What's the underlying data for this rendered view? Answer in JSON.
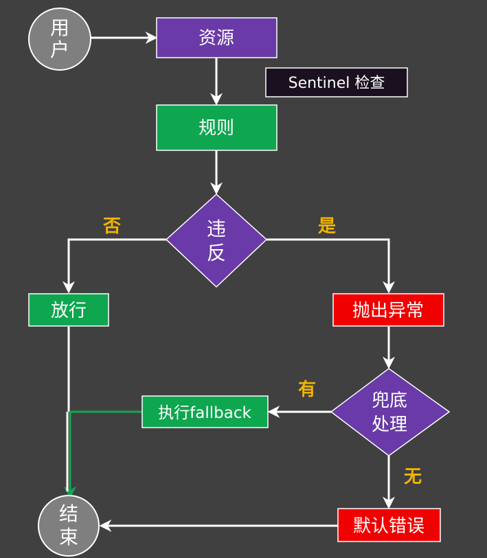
{
  "colors": {
    "background": "#404040",
    "purple": "#6a3aa8",
    "green": "#0fa650",
    "red": "#f10000",
    "gray_circle": "#7f7f7f",
    "note_bg": "#1a1020",
    "label_yellow": "#f0b400",
    "arrow_white": "#ffffff",
    "arrow_green": "#10a850"
  },
  "nodes": {
    "user": {
      "line1": "用",
      "line2": "户"
    },
    "resource": {
      "label": "资源"
    },
    "sentinel_note": {
      "label": "Sentinel 检查"
    },
    "rule": {
      "label": "规则"
    },
    "violate": {
      "line1": "违",
      "line2": "反"
    },
    "pass": {
      "label": "放行"
    },
    "throw_exception": {
      "label": "抛出异常"
    },
    "fallback_check": {
      "line1": "兜底",
      "line2": "处理"
    },
    "exec_fallback": {
      "label": "执行fallback"
    },
    "default_error": {
      "label": "默认错误"
    },
    "end": {
      "line1": "结",
      "line2": "束"
    }
  },
  "edge_labels": {
    "no": "否",
    "yes": "是",
    "has": "有",
    "none": "无"
  }
}
